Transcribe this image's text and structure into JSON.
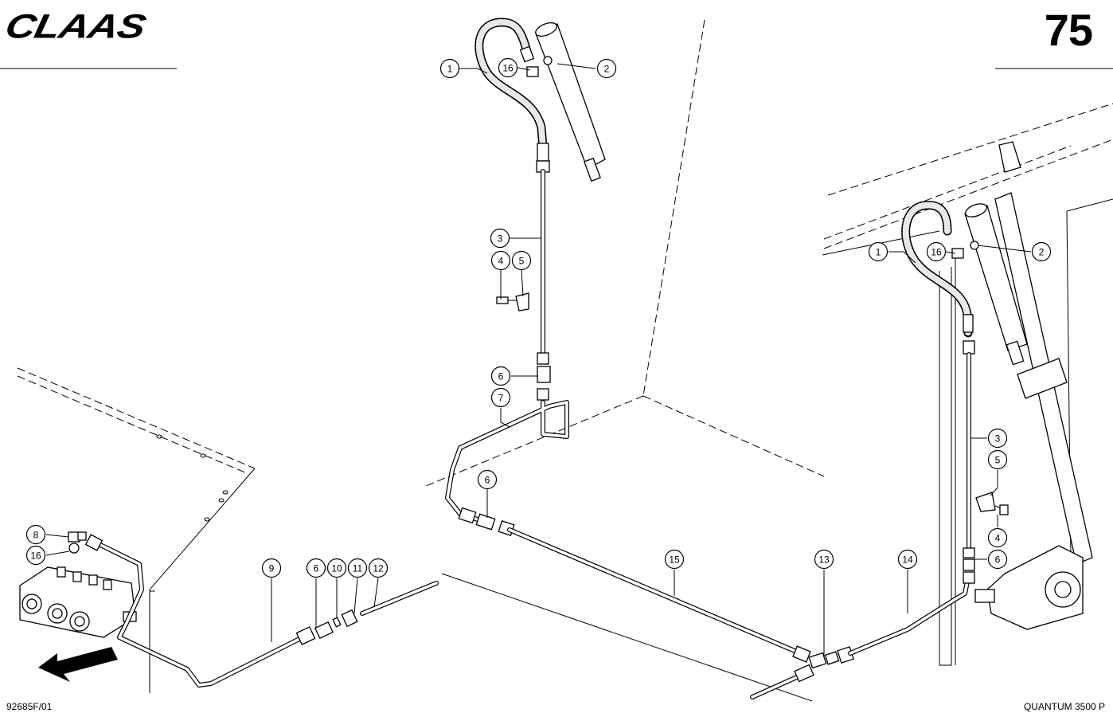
{
  "header": {
    "logo": "CLAAS",
    "page_number": "75"
  },
  "footer": {
    "drawing_number": "92685F/01",
    "model": "QUANTUM  3500 P"
  },
  "callouts": [
    {
      "label": "1"
    },
    {
      "label": "16"
    },
    {
      "label": "2"
    },
    {
      "label": "3"
    },
    {
      "label": "4"
    },
    {
      "label": "5"
    },
    {
      "label": "6"
    },
    {
      "label": "7"
    },
    {
      "label": "6"
    },
    {
      "label": "15"
    },
    {
      "label": "13"
    },
    {
      "label": "14"
    },
    {
      "label": "1"
    },
    {
      "label": "16"
    },
    {
      "label": "2"
    },
    {
      "label": "3"
    },
    {
      "label": "5"
    },
    {
      "label": "4"
    },
    {
      "label": "6"
    },
    {
      "label": "8"
    },
    {
      "label": "16"
    },
    {
      "label": "9"
    },
    {
      "label": "6"
    },
    {
      "label": "10"
    },
    {
      "label": "11"
    },
    {
      "label": "12"
    }
  ]
}
